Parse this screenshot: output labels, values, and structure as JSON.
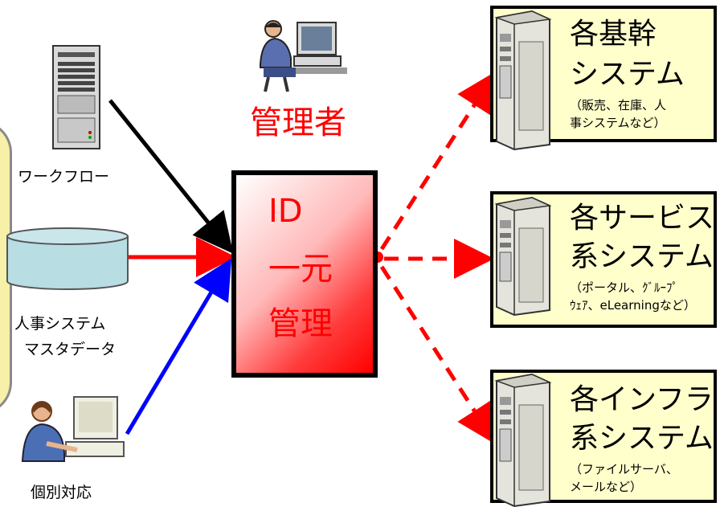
{
  "admin": {
    "label": "管理者"
  },
  "hub": {
    "line1": "ID",
    "line2": "一元",
    "line3": "管理"
  },
  "sources": {
    "workflow": "ワークフロー",
    "hr_line1": "人事システム",
    "hr_line2": "マスタデータ",
    "individual": "個別対応"
  },
  "targets": [
    {
      "title1": "各基幹",
      "title2": "システム",
      "sub1": "（販売、在庫、人",
      "sub2": "事システムなど）"
    },
    {
      "title1": "各サービス",
      "title2": "系システム",
      "sub1": "（ポータル、ｸﾞﾙｰﾌﾟ",
      "sub2": "ｳｪｱ、eLearningなど）"
    },
    {
      "title1": "各インフラ",
      "title2": "系システム",
      "sub1": "（ファイルサーバ、",
      "sub2": "メールなど）"
    }
  ],
  "icons": [
    "server-tower-icon",
    "database-cylinder-icon",
    "person-at-computer-icon",
    "server-icon"
  ],
  "colors": {
    "accent_red": "#ff0000",
    "blue": "#0000ff",
    "box_fill": "#ffffcc",
    "db_fill": "#b8dde3",
    "side_fill": "#f6f0a8"
  }
}
